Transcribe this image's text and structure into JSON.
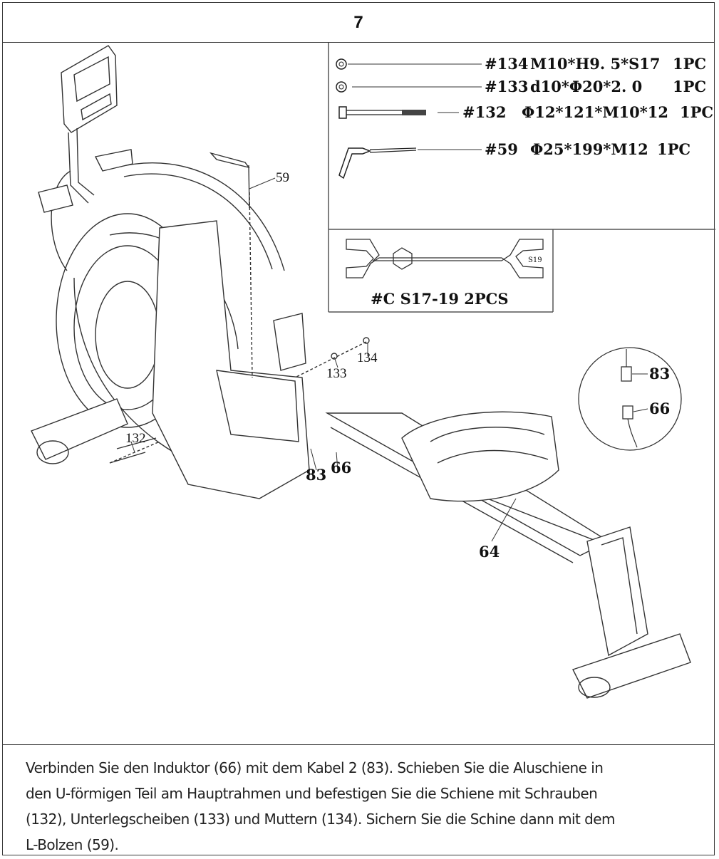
{
  "step_number": "7",
  "parts": [
    {
      "number": "#134",
      "spec": "M10*H9. 5*S17",
      "qty": "1PC"
    },
    {
      "number": "#133",
      "spec": "d10*Φ20*2. 0",
      "qty": "1PC"
    },
    {
      "number": "#132",
      "spec": "Φ12*121*M10*12",
      "qty": "1PC"
    },
    {
      "number": "#59",
      "spec": "Φ25*199*M12",
      "qty": "1PC"
    }
  ],
  "tool": {
    "label": "#C S17-19 2PCS",
    "mark": "S19"
  },
  "callouts": {
    "c59": "59",
    "c134": "134",
    "c133": "133",
    "c132": "132",
    "c83": "83",
    "c66": "66",
    "c64": "64",
    "detail83": "83",
    "detail66": "66"
  },
  "caption_lines": [
    "Verbinden Sie den Induktor (66) mit dem Kabel 2 (83). Schieben Sie die Aluschiene in",
    "den U-förmigen Teil am Hauptrahmen und befestigen Sie die Schiene mit Schrauben",
    "(132), Unterlegscheiben (133) und Muttern (134). Sichern Sie die Schine dann mit dem",
    "L-Bolzen (59)."
  ]
}
